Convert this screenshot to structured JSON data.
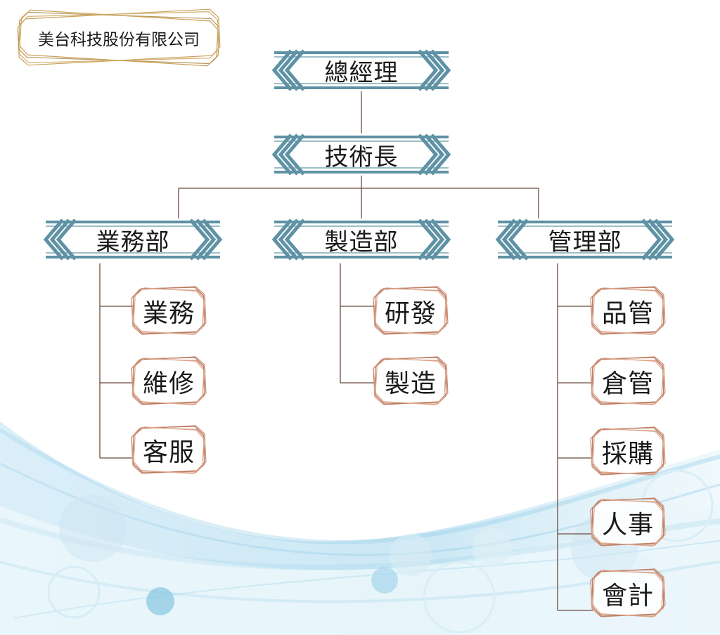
{
  "company": "美台科技股份有限公司",
  "ceo": "總經理",
  "cto": "技術長",
  "departments": [
    {
      "name": "業務部",
      "units": [
        "業務",
        "維修",
        "客服"
      ]
    },
    {
      "name": "製造部",
      "units": [
        "研發",
        "製造"
      ]
    },
    {
      "name": "管理部",
      "units": [
        "品管",
        "倉管",
        "採購",
        "人事",
        "會計"
      ]
    }
  ],
  "colors": {
    "banner": "#5e92a4",
    "connector": "#6b4a3e",
    "frame_gold": "#c9a15a",
    "frame_copper": "#c88a6c",
    "wave_light": "#cfe8f4",
    "wave_mid": "#8ccbe6"
  },
  "icons": [
    "chevron-left-icon",
    "chevron-right-icon"
  ]
}
